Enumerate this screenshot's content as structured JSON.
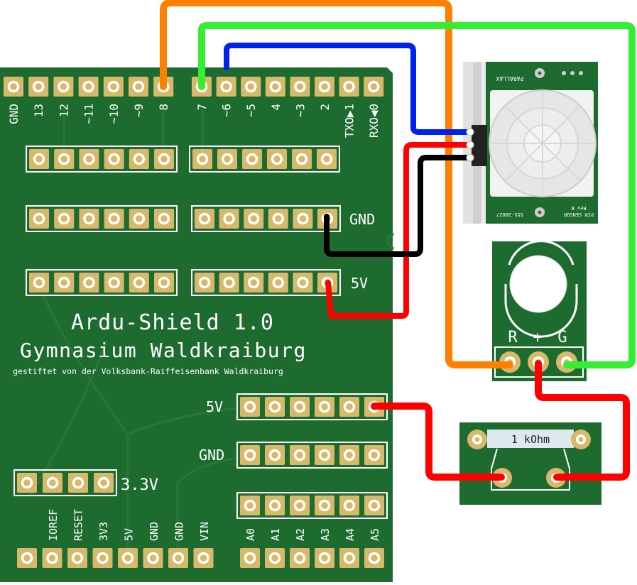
{
  "colors": {
    "pcb": "#1e6b30",
    "pcb_dark": "#175a27",
    "pad": "#d8b86a",
    "wire_orange": "#ff8000",
    "wire_green": "#33ee33",
    "wire_blue": "#0022ee",
    "wire_red": "#ff0000",
    "wire_black": "#000000"
  },
  "shield": {
    "title": "Ardu-Shield 1.0",
    "school": "Gymnasium Waldkraiburg",
    "sponsor": "gestiftet von der Volksbank-Raiffeisenbank Waldkraiburg",
    "top_pins_left": [
      "GND",
      "13",
      "12",
      "~11",
      "~10",
      "~9",
      "8"
    ],
    "top_pins_right": [
      "7",
      "~6",
      "~5",
      "4",
      "~3",
      "2",
      "TXO▶1",
      "RXO◀0"
    ],
    "label_gnd": "GND",
    "label_5v": "5V",
    "label_5v_bottom": "5V",
    "label_gnd_bottom": "GND",
    "label_3v3": "3.3V",
    "power_pins": [
      "IOREF",
      "RESET",
      "3V3",
      "5V",
      "GND",
      "GND",
      "VIN"
    ],
    "analog_pins": [
      "A0",
      "A1",
      "A2",
      "A3",
      "A4",
      "A5"
    ]
  },
  "pir_sensor": {
    "brand": "PARALLAX",
    "model_label": "PIR SENSOR",
    "part_number": "555-28027",
    "revision": "Rev B"
  },
  "led_module": {
    "pins": [
      "R",
      "+",
      "G"
    ]
  },
  "resistor": {
    "label": "1 kOhm"
  }
}
